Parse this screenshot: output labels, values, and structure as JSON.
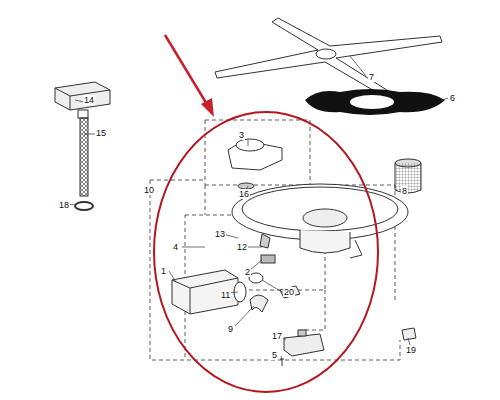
{
  "diagram": {
    "labels": [
      "7",
      "6",
      "3",
      "14",
      "15",
      "16",
      "8",
      "10",
      "18",
      "13",
      "12",
      "4",
      "2",
      "1",
      "11",
      "20",
      "9",
      "17",
      "5",
      "19"
    ]
  }
}
